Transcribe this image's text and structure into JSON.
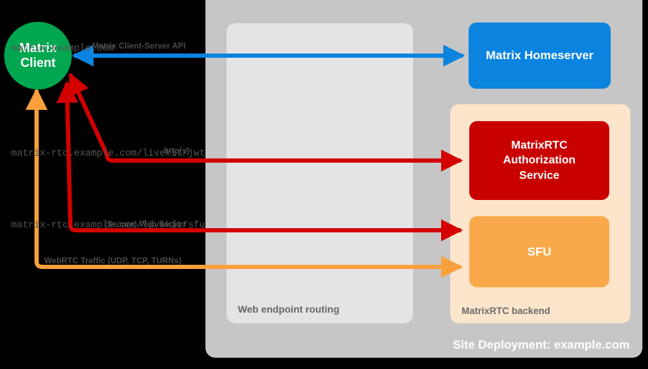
{
  "diagram": {
    "site": {
      "label": "Site Deployment: example.com",
      "color": "#c6c6c6"
    },
    "routing": {
      "label": "Web endpoint routing",
      "color": "#e4e4e4",
      "endpoints": [
        {
          "name": "matrix-endpoint",
          "text": "matrix.example.com"
        },
        {
          "name": "livekit-jwt-endpoint",
          "text": "matrix-rtc.example.com/livekit/jwt"
        },
        {
          "name": "livekit-sfu-endpoint",
          "text": "matrix-rtc.example.com/livekit/sfu"
        }
      ]
    },
    "backend": {
      "label": "MatrixRTC backend",
      "color": "#fde5cb"
    },
    "nodes": {
      "client": {
        "line1": "Matrix",
        "line2": "Client",
        "color": "#00a750"
      },
      "homeserver": {
        "label": "Matrix Homeserver",
        "color": "#0b84e0"
      },
      "auth": {
        "line1": "MatrixRTC",
        "line2": "Authorization",
        "line3": "Service",
        "color": "#c90000"
      },
      "sfu": {
        "label": "SFU",
        "color": "#f9a94a"
      }
    },
    "connections": [
      {
        "name": "matrix-client-server-api",
        "label": "Matrix Client-Server API",
        "color": "#0b84e0",
        "direction": "bidirectional"
      },
      {
        "name": "http-s",
        "label": "http(s)",
        "color": "#d40000",
        "direction": "bidirectional"
      },
      {
        "name": "secure-web-socket",
        "label": "(Secure) Web Socket",
        "color": "#d40000",
        "direction": "bidirectional"
      },
      {
        "name": "webrtc-traffic",
        "label": "WebRTC Traffic (UDP, TCP, TURNs)",
        "color": "#f9a03c",
        "direction": "bidirectional"
      }
    ]
  }
}
